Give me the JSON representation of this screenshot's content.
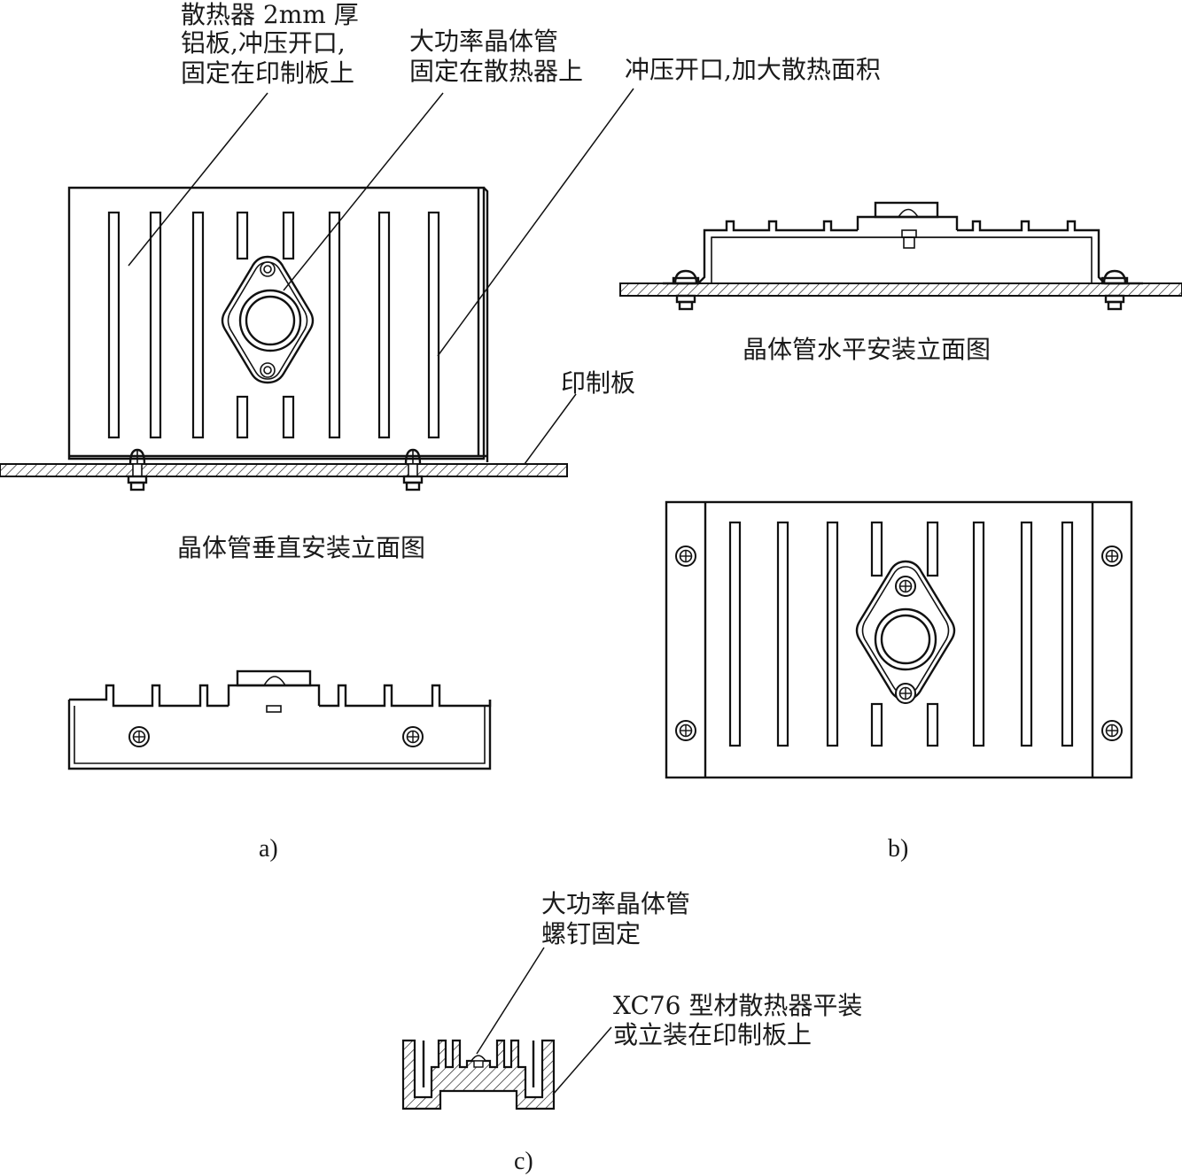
{
  "labels": {
    "heatsink_desc_1": "散热器 2mm 厚",
    "heatsink_desc_2": "铝板,冲压开口,",
    "heatsink_desc_3": "固定在印制板上",
    "transistor_desc_1": "大功率晶体管",
    "transistor_desc_2": "固定在散热器上",
    "punch_desc": "冲压开口,加大散热面积",
    "pcb": "印制板",
    "vertical_caption": "晶体管垂直安装立面图",
    "horizontal_caption": "晶体管水平安装立面图",
    "c_transistor_1": "大功率晶体管",
    "c_transistor_2": "螺钉固定",
    "c_profile_1": "XC76 型材散热器平装",
    "c_profile_2": "或立装在印制板上"
  },
  "captions": {
    "a": "a)",
    "b": "b)",
    "c": "c)"
  },
  "colors": {
    "line": "#111111",
    "background": "#ffffff"
  }
}
